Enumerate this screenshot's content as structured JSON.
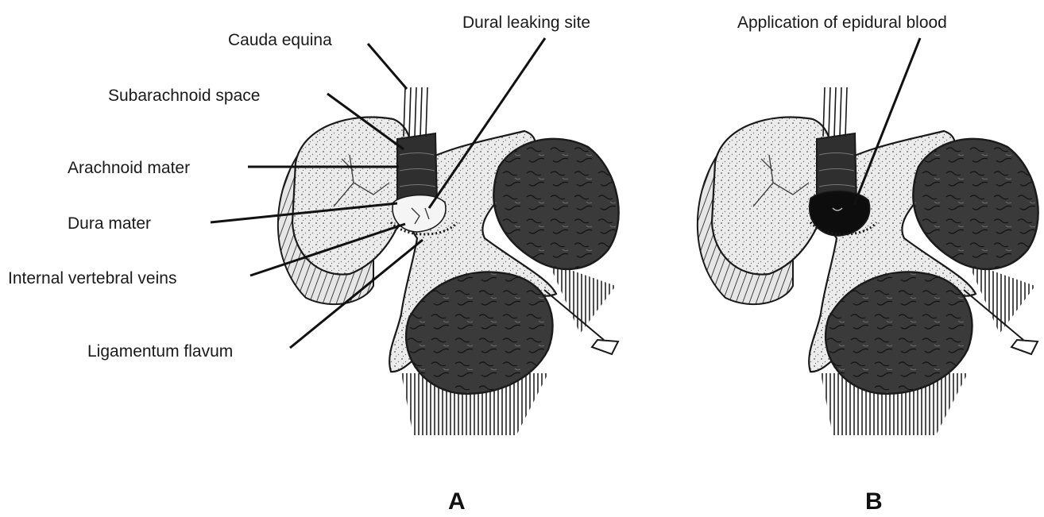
{
  "panels": [
    {
      "letter": "A",
      "labels": {
        "cauda_equina": "Cauda equina",
        "dural_leaking_site": "Dural leaking site",
        "subarachnoid_space": "Subarachnoid space",
        "arachnoid_mater": "Arachnoid mater",
        "dura_mater": "Dura mater",
        "internal_vertebral_veins": "Internal vertebral veins",
        "ligamentum_flavum": "Ligamentum flavum"
      }
    },
    {
      "letter": "B",
      "labels": {
        "application_of_epidural_blood": "Application of epidural blood"
      }
    }
  ],
  "colors": {
    "ink": "#1a1a1a",
    "dark_tissue": "#3a3a3a",
    "light_tissue": "#ededed",
    "paper": "#ffffff"
  }
}
